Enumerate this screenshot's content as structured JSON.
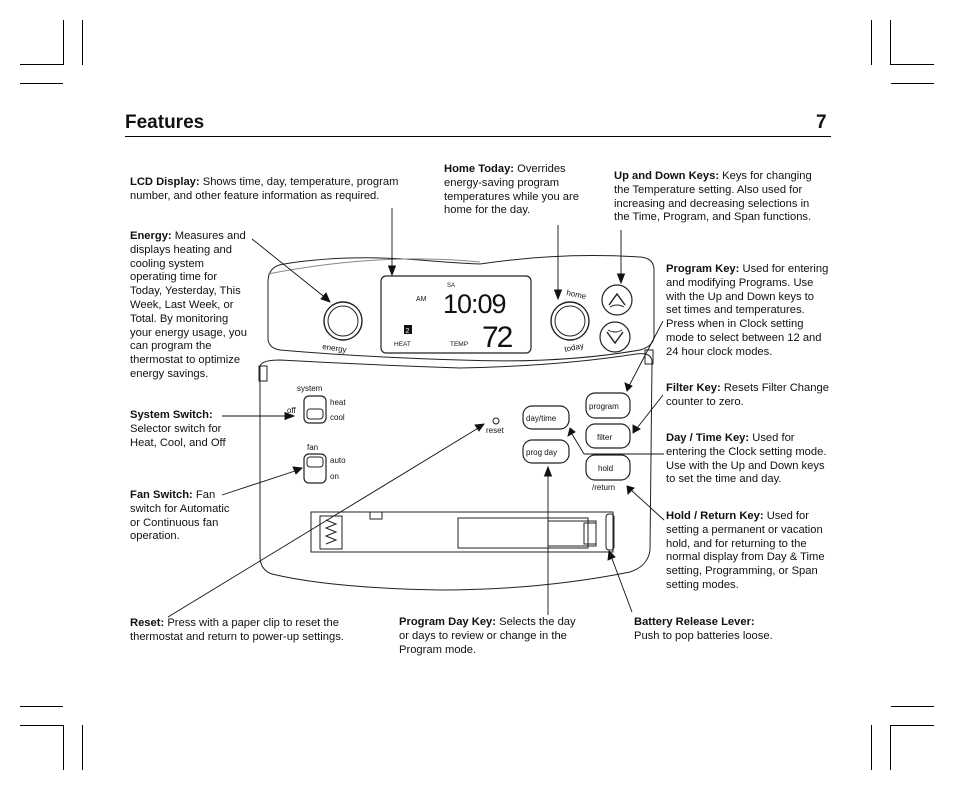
{
  "header": {
    "title": "Features",
    "page_number": "7"
  },
  "device": {
    "lcd": {
      "am": "AM",
      "day": "SA",
      "time": "10:09",
      "temp": "72",
      "program_num": "2",
      "heat": "HEAT",
      "temp_label": "TEMP"
    },
    "labels": {
      "energy": "energy",
      "home": "home",
      "today": "today",
      "system": "system",
      "off": "off",
      "heat": "heat",
      "cool": "cool",
      "fan": "fan",
      "auto": "auto",
      "on": "on",
      "reset": "reset",
      "day_time": "day/time",
      "prog_day": "prog day",
      "program": "program",
      "filter": "filter",
      "hold": "hold",
      "return": "/return"
    }
  },
  "callouts": {
    "lcd_display": {
      "title": "LCD Display:",
      "text": "Shows time, day, temperature, program number, and other feature information as required."
    },
    "home_today": {
      "title": "Home Today:",
      "text": "Overrides energy-saving program temperatures while you are home for the day."
    },
    "up_down": {
      "title": "Up and Down Keys:",
      "text": "Keys for changing the Temperature setting. Also used for increasing and decreasing selections in the Time, Program, and Span functions."
    },
    "energy": {
      "title": "Energy:",
      "text": "Measures and displays heating and cooling system operating time for Today, Yesterday, This Week, Last Week, or Total. By monitoring your energy usage, you can program the thermostat to optimize energy savings."
    },
    "program_key": {
      "title": "Program Key:",
      "text": "Used for entering and modifying Programs. Use with the Up and Down keys to set times and temperatures. Press when in Clock setting mode to select between 12 and 24 hour clock modes."
    },
    "system_switch": {
      "title": "System Switch:",
      "text": "Selector switch for Heat, Cool, and Off"
    },
    "filter_key": {
      "title": "Filter Key:",
      "text": "Resets Filter Change counter to zero."
    },
    "day_time_key": {
      "title": "Day / Time Key:",
      "text": "Used for entering the Clock setting mode. Use with the Up and Down keys to set the time and day."
    },
    "fan_switch": {
      "title": "Fan Switch:",
      "text": "Fan switch for Automatic or Continuous fan operation."
    },
    "hold_return": {
      "title": "Hold / Return Key:",
      "text": "Used for setting a permanent or vacation hold, and for returning to the normal display from Day & Time setting, Programming, or Span setting modes."
    },
    "reset": {
      "title": "Reset:",
      "text": "Press with a paper clip to reset the thermostat and return to power-up settings."
    },
    "program_day": {
      "title": "Program Day Key:",
      "text": "Selects the day or days to review or change in the Program mode."
    },
    "battery": {
      "title": "Battery Release Lever:",
      "text": "Push to pop batteries loose."
    }
  }
}
